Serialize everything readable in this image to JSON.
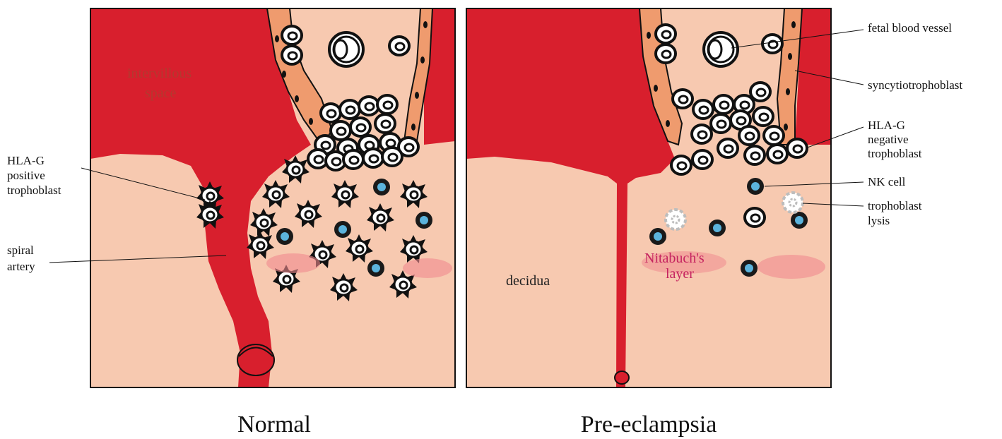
{
  "panels": {
    "normal": {
      "title": "Normal",
      "region_label_line1": "intervillous",
      "region_label_line2": "space"
    },
    "preeclampsia": {
      "title": "Pre-eclampsia",
      "decidua_label": "decidua",
      "layer_label_line1": "Nitabuch's",
      "layer_label_line2": "layer"
    }
  },
  "labels": {
    "hla_g_positive": [
      "HLA-G",
      "positive",
      "trophoblast"
    ],
    "spiral_artery": [
      "spiral",
      "artery"
    ],
    "fetal_blood_vessel": [
      "fetal blood vessel"
    ],
    "syncytiotrophoblast": [
      "syncytiotrophoblast"
    ],
    "hla_g_negative": [
      "HLA-G",
      "negative",
      "trophoblast"
    ],
    "nk_cell": [
      "NK cell"
    ],
    "trophoblast_lysis": [
      "trophoblast",
      "lysis"
    ]
  },
  "colors": {
    "blood": "#d81f2d",
    "decidua": "#f7c9b0",
    "villus_tissue": "#f7c9b0",
    "syncytio": "#ef9b6e",
    "nitabuch": "#f08a8f",
    "nk_cell": "#5bb3dc",
    "region_text_normal": "#b23a2f",
    "region_text_pre": "#c5235f"
  }
}
